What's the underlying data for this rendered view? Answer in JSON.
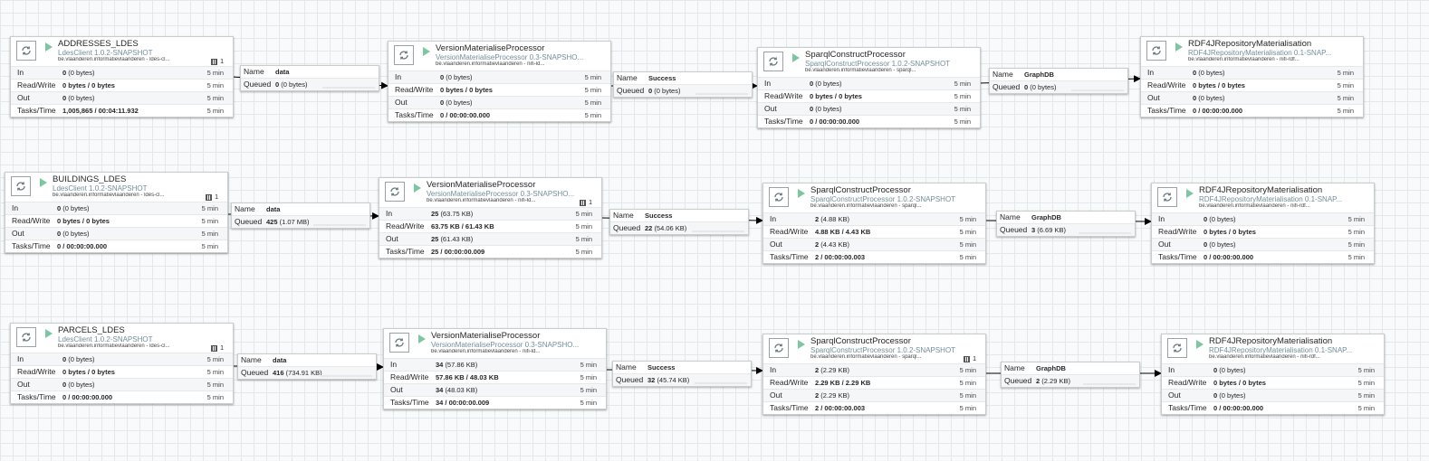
{
  "colors": {
    "run": "#7dc7a0",
    "type_text": "#728e9b",
    "canvas_bg": "#f9fafb",
    "grid": "#e3e8eb"
  },
  "labels": {
    "in": "In",
    "read_write": "Read/Write",
    "out": "Out",
    "tasks_time": "Tasks/Time",
    "window": "5 min",
    "name": "Name",
    "queued": "Queued"
  },
  "icons": {
    "processor": "processor-icon",
    "run": "play-icon",
    "threads": "thread-icon"
  },
  "processors": [
    {
      "name": "ADDRESSES_LDES",
      "type": "LdesClient 1.0.2-SNAPSHOT",
      "bundle": "be.vlaanderen.informatievlaanderen - ldes-cl...",
      "threads": "1",
      "in_count": "0",
      "in_size": "(0 bytes)",
      "rw": "0 bytes / 0 bytes",
      "out_count": "0",
      "out_size": "(0 bytes)",
      "tasks": "1,005,865 / 00:04:11.932"
    },
    {
      "name": "VersionMaterialiseProcessor",
      "type": "VersionMaterialiseProcessor 0.3-SNAPSHO...",
      "bundle": "be.vlaanderen.informatievlaanderen - nifi-ld...",
      "threads": "",
      "in_count": "0",
      "in_size": "(0 bytes)",
      "rw": "0 bytes / 0 bytes",
      "out_count": "0",
      "out_size": "(0 bytes)",
      "tasks": "0 / 00:00:00.000"
    },
    {
      "name": "SparqlConstructProcessor",
      "type": "SparqlConstructProcessor 1.0.2-SNAPSHOT",
      "bundle": "be.vlaanderen.informatievlaanderen - sparql...",
      "threads": "",
      "in_count": "0",
      "in_size": "(0 bytes)",
      "rw": "0 bytes / 0 bytes",
      "out_count": "0",
      "out_size": "(0 bytes)",
      "tasks": "0 / 00:00:00.000"
    },
    {
      "name": "RDF4JRepositoryMaterialisation",
      "type": "RDF4JRepositoryMaterialisation 0.1-SNAP...",
      "bundle": "be.vlaanderen.informatievlaanderen - nifi-rdf...",
      "threads": "",
      "in_count": "0",
      "in_size": "(0 bytes)",
      "rw": "0 bytes / 0 bytes",
      "out_count": "0",
      "out_size": "(0 bytes)",
      "tasks": "0 / 00:00:00.000"
    },
    {
      "name": "BUILDINGS_LDES",
      "type": "LdesClient 1.0.2-SNAPSHOT",
      "bundle": "be.vlaanderen.informatievlaanderen - ldes-cl...",
      "threads": "1",
      "in_count": "0",
      "in_size": "(0 bytes)",
      "rw": "0 bytes / 0 bytes",
      "out_count": "0",
      "out_size": "(0 bytes)",
      "tasks": "0 / 00:00:00.000"
    },
    {
      "name": "VersionMaterialiseProcessor",
      "type": "VersionMaterialiseProcessor 0.3-SNAPSHO...",
      "bundle": "be.vlaanderen.informatievlaanderen - nifi-ld...",
      "threads": "1",
      "in_count": "25",
      "in_size": "(63.75 KB)",
      "rw": "63.75 KB / 61.43 KB",
      "out_count": "25",
      "out_size": "(61.43 KB)",
      "tasks": "25 / 00:00:00.009"
    },
    {
      "name": "SparqlConstructProcessor",
      "type": "SparqlConstructProcessor 1.0.2-SNAPSHOT",
      "bundle": "be.vlaanderen.informatievlaanderen - sparql...",
      "threads": "",
      "in_count": "2",
      "in_size": "(4.88 KB)",
      "rw": "4.88 KB / 4.43 KB",
      "out_count": "2",
      "out_size": "(4.43 KB)",
      "tasks": "2 / 00:00:00.003"
    },
    {
      "name": "RDF4JRepositoryMaterialisation",
      "type": "RDF4JRepositoryMaterialisation 0.1-SNAP...",
      "bundle": "be.vlaanderen.informatievlaanderen - nifi-rdf...",
      "threads": "",
      "in_count": "0",
      "in_size": "(0 bytes)",
      "rw": "0 bytes / 0 bytes",
      "out_count": "0",
      "out_size": "(0 bytes)",
      "tasks": "0 / 00:00:00.000"
    },
    {
      "name": "PARCELS_LDES",
      "type": "LdesClient 1.0.2-SNAPSHOT",
      "bundle": "be.vlaanderen.informatievlaanderen - ldes-cl...",
      "threads": "1",
      "in_count": "0",
      "in_size": "(0 bytes)",
      "rw": "0 bytes / 0 bytes",
      "out_count": "0",
      "out_size": "(0 bytes)",
      "tasks": "0 / 00:00:00.000"
    },
    {
      "name": "VersionMaterialiseProcessor",
      "type": "VersionMaterialiseProcessor 0.3-SNAPSHO...",
      "bundle": "be.vlaanderen.informatievlaanderen - nifi-ld...",
      "threads": "",
      "in_count": "34",
      "in_size": "(57.86 KB)",
      "rw": "57.86 KB / 48.03 KB",
      "out_count": "34",
      "out_size": "(48.03 KB)",
      "tasks": "34 / 00:00:00.009"
    },
    {
      "name": "SparqlConstructProcessor",
      "type": "SparqlConstructProcessor 1.0.2-SNAPSHOT",
      "bundle": "be.vlaanderen.informatievlaanderen - sparql...",
      "threads": "1",
      "in_count": "2",
      "in_size": "(2.29 KB)",
      "rw": "2.29 KB / 2.29 KB",
      "out_count": "2",
      "out_size": "(2.29 KB)",
      "tasks": "2 / 00:00:00.003"
    },
    {
      "name": "RDF4JRepositoryMaterialisation",
      "type": "RDF4JRepositoryMaterialisation 0.1-SNAP...",
      "bundle": "be.vlaanderen.informatievlaanderen - nifi-rdf...",
      "threads": "",
      "in_count": "0",
      "in_size": "(0 bytes)",
      "rw": "0 bytes / 0 bytes",
      "out_count": "0",
      "out_size": "(0 bytes)",
      "tasks": "0 / 00:00:00.000"
    }
  ],
  "connections": [
    {
      "name": "data",
      "queued_count": "0",
      "queued_size": "(0 bytes)"
    },
    {
      "name": "Success",
      "queued_count": "0",
      "queued_size": "(0 bytes)"
    },
    {
      "name": "GraphDB",
      "queued_count": "0",
      "queued_size": "(0 bytes)"
    },
    {
      "name": "data",
      "queued_count": "425",
      "queued_size": "(1.07 MB)"
    },
    {
      "name": "Success",
      "queued_count": "22",
      "queued_size": "(54.06 KB)"
    },
    {
      "name": "GraphDB",
      "queued_count": "3",
      "queued_size": "(6.69 KB)"
    },
    {
      "name": "data",
      "queued_count": "416",
      "queued_size": "(734.91 KB)"
    },
    {
      "name": "Success",
      "queued_count": "32",
      "queued_size": "(45.74 KB)"
    },
    {
      "name": "GraphDB",
      "queued_count": "2",
      "queued_size": "(2.29 KB)"
    }
  ]
}
